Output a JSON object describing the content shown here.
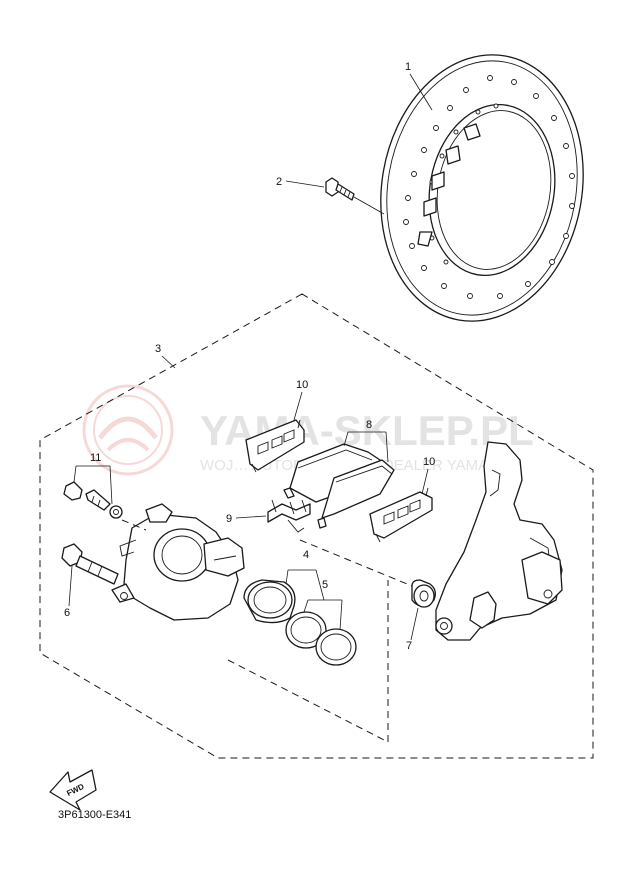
{
  "watermark": {
    "logo": "yamaha-tuning-fork-logo",
    "brand": "YAMA-SKLEP.PL",
    "tagline": "WOJ… AUTORYZOWANY DEALER YAMAHA"
  },
  "callouts": [
    {
      "id": "1",
      "part": "brake-disc"
    },
    {
      "id": "2",
      "part": "disc-bolt"
    },
    {
      "id": "3",
      "part": "caliper-assembly"
    },
    {
      "id": "4",
      "part": "caliper-piston"
    },
    {
      "id": "5",
      "part": "piston-seal-kit"
    },
    {
      "id": "6",
      "part": "caliper-pin"
    },
    {
      "id": "7",
      "part": "bracket-collar"
    },
    {
      "id": "8",
      "part": "brake-pad-set"
    },
    {
      "id": "9",
      "part": "pad-spring"
    },
    {
      "id": "10",
      "part": "pad-shim"
    },
    {
      "id": "11",
      "part": "bleed-screw-kit"
    }
  ],
  "fwd_label": "FWD",
  "diagram_code": "3P61300-E341",
  "colors": {
    "line": "#1a1a1a",
    "watermark": "#e3e3e3",
    "watermark_logo": "#f2b9b9"
  }
}
